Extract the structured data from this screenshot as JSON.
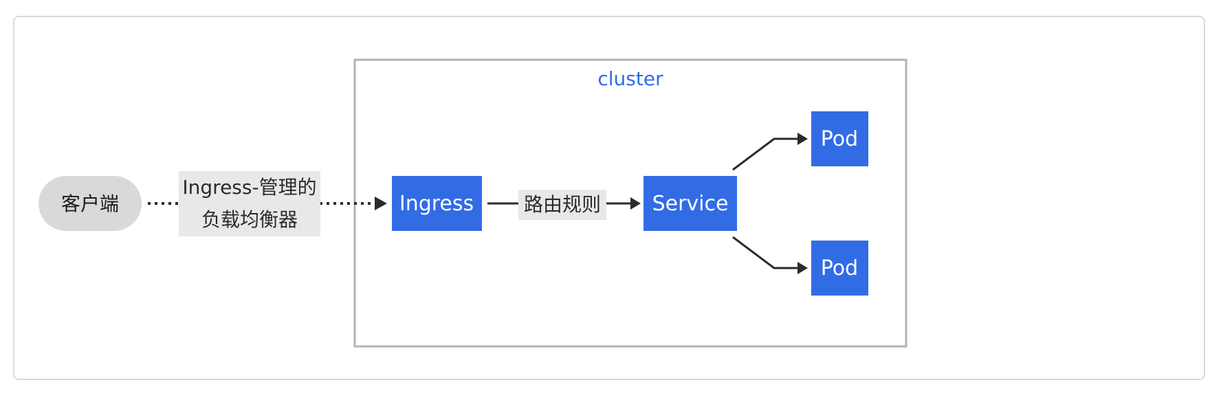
{
  "diagram": {
    "cluster_label": "cluster",
    "nodes": {
      "client": "客户端",
      "ingress": "Ingress",
      "service": "Service",
      "pod1": "Pod",
      "pod2": "Pod"
    },
    "edges": {
      "client_to_ingress": [
        "Ingress-管理的",
        "负载均衡器"
      ],
      "ingress_to_service": "路由规则"
    },
    "colors": {
      "node_fill": "#326ce5",
      "cluster_stroke": "#b3b3b3",
      "client_fill": "#d9d9d9"
    }
  }
}
